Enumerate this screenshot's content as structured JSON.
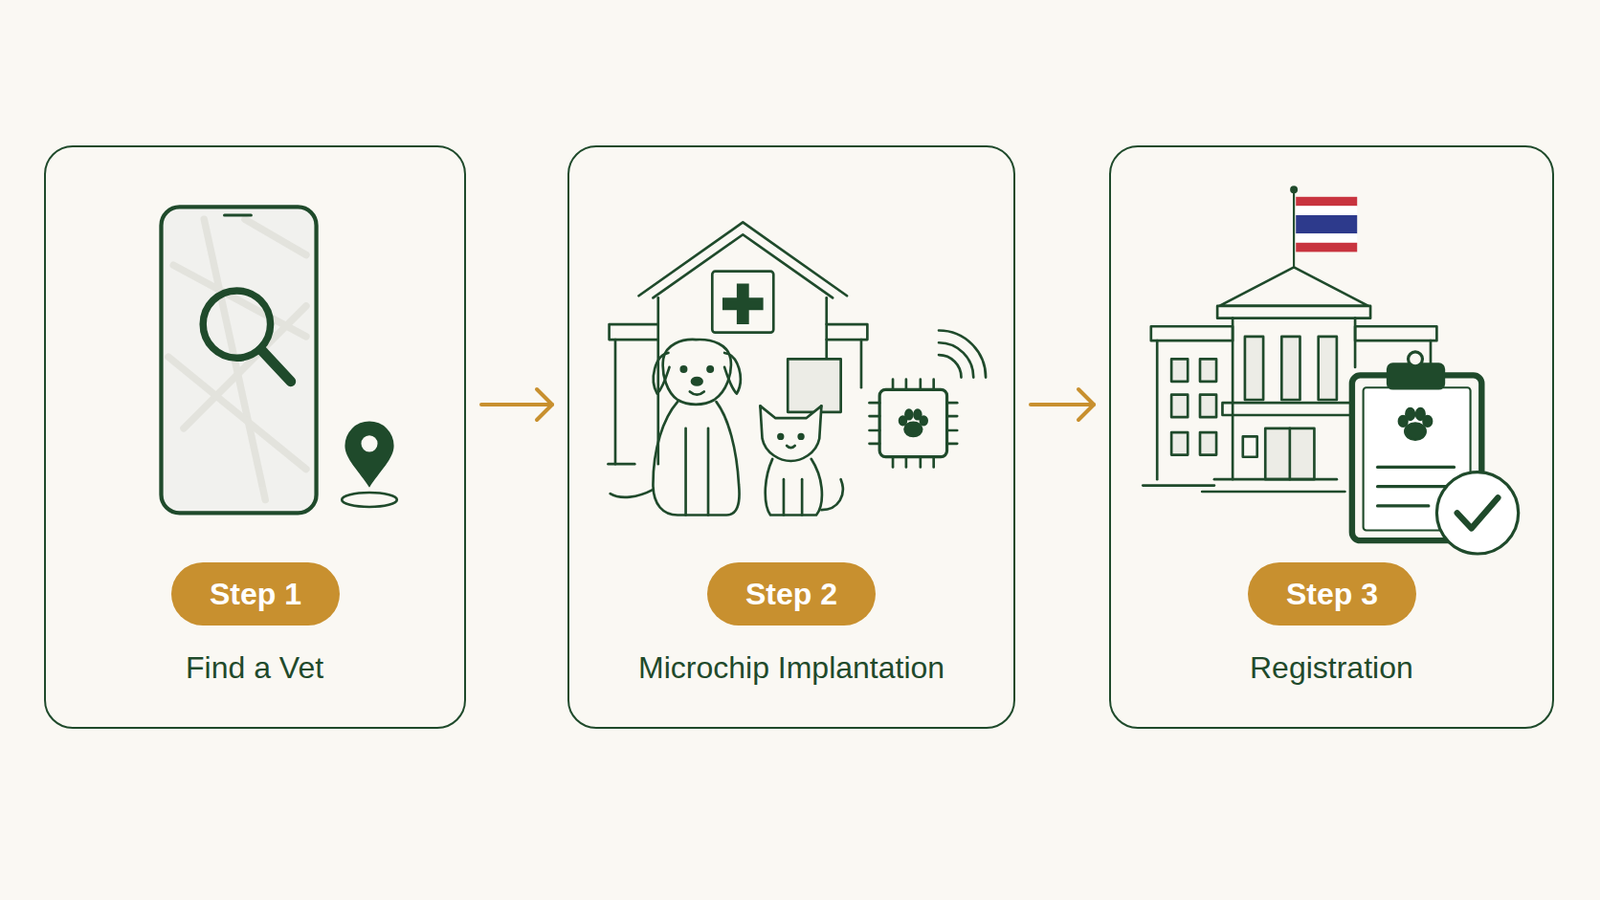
{
  "diagram": {
    "nodes": [
      {
        "text": [
          "Find a Vet"
        ]
      },
      {
        "text": [
          "Step 1"
        ],
        "in": 0
      },
      {
        "text": [
          "Microchip Implantation"
        ]
      },
      {
        "text": [
          "Step 2"
        ],
        "in": 2
      },
      {
        "text": [
          "Registration"
        ]
      },
      {
        "text": [
          "Step 3"
        ],
        "in": 4
      }
    ],
    "edges": [
      {
        "from": 0,
        "to": 2,
        "arrow": "to"
      },
      {
        "from": 2,
        "to": 4,
        "arrow": "to"
      }
    ]
  }
}
